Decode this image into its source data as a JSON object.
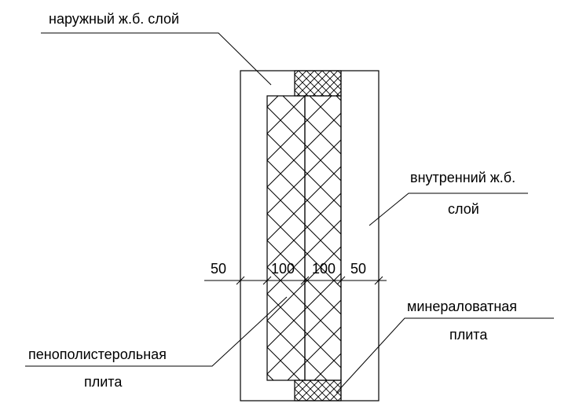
{
  "labels": {
    "outer_layer": "наружный ж.б. слой",
    "inner_layer_line1": "внутренний ж.б.",
    "inner_layer_line2": "слой",
    "mineral_line1": "минераловатная",
    "mineral_line2": "плита",
    "polystyrene_line1": "пенополистерольная",
    "polystyrene_line2": "плита"
  },
  "dimensions": {
    "outer": "50",
    "foam": "100",
    "mineral": "100",
    "inner": "50"
  },
  "colors": {
    "line": "#000000",
    "background": "#ffffff"
  }
}
